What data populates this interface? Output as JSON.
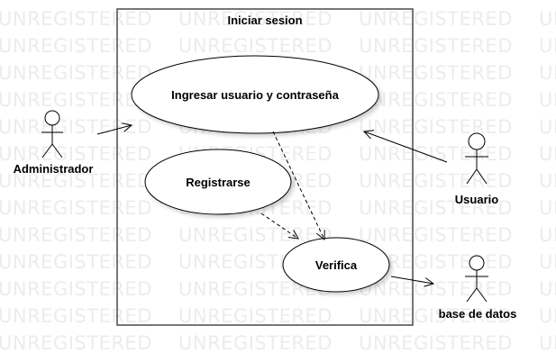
{
  "watermark": "UNREGISTERED",
  "system": {
    "title": "Iniciar sesion"
  },
  "use_cases": {
    "login": "Ingresar usuario y contraseña",
    "register": "Registrarse",
    "verify": "Verifica"
  },
  "actors": {
    "admin": "Administrador",
    "user": "Usuario",
    "db": "base de datos"
  },
  "colors": {
    "stroke": "#000000",
    "watermark": "#ececec",
    "boundary": "#555555"
  }
}
